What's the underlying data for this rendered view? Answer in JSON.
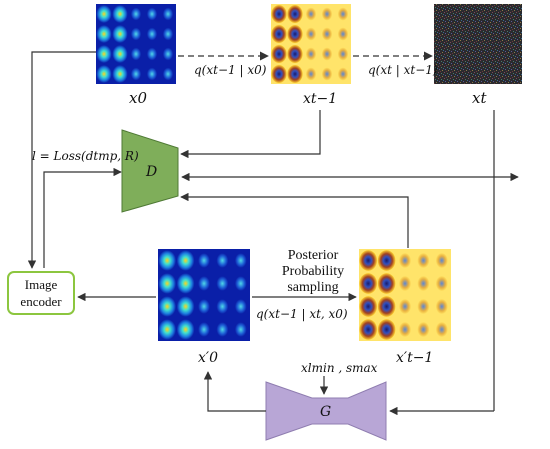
{
  "labels": {
    "x0": "x0",
    "xt_minus_1": "xt−1",
    "xt": "xt",
    "x0_prime": "x′0",
    "xt_minus_1_prime": "x′t−1",
    "q_forward_1": "q(xt−1 | x0)",
    "q_forward_2": "q(xt | xt−1)",
    "loss": "l = Loss(dtmp, R)",
    "discriminator": "D",
    "generator": "G",
    "image_encoder_line1": "Image",
    "image_encoder_line2": "encoder",
    "posterior_line1": "Posterior",
    "posterior_line2": "Probability",
    "posterior_line3": "sampling",
    "q_posterior": "q(xt−1 | xt, x0)",
    "gen_inputs": "xlmin , smax"
  },
  "colors": {
    "discriminator_fill": "#7fae5a",
    "generator_fill": "#b8a6d6",
    "encoder_border": "#8cc63f",
    "arrow": "#333333"
  }
}
